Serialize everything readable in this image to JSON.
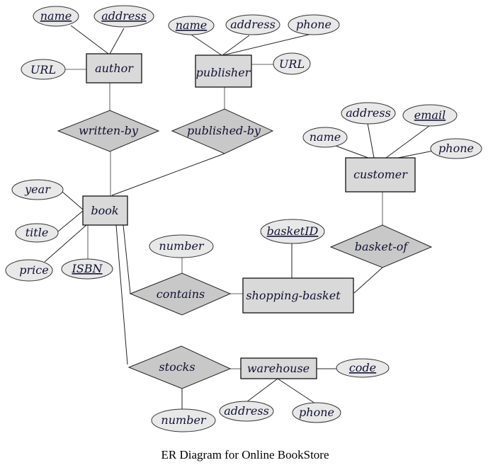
{
  "diagram": {
    "caption": "ER Diagram for Online BookStore",
    "entities": {
      "author": "author",
      "publisher": "publisher",
      "customer": "customer",
      "book": "book",
      "shopping_basket": "shopping-basket",
      "warehouse": "warehouse"
    },
    "relationships": {
      "written_by": "written-by",
      "published_by": "published-by",
      "basket_of": "basket-of",
      "contains": "contains",
      "stocks": "stocks"
    },
    "attributes": {
      "author_name": {
        "label": "name",
        "key": true
      },
      "author_address": {
        "label": "address",
        "key": true
      },
      "author_url": {
        "label": "URL",
        "key": false
      },
      "publisher_name": {
        "label": "name",
        "key": true
      },
      "publisher_address": {
        "label": "address",
        "key": false
      },
      "publisher_phone": {
        "label": "phone",
        "key": false
      },
      "publisher_url": {
        "label": "URL",
        "key": false
      },
      "customer_name": {
        "label": "name",
        "key": false
      },
      "customer_address": {
        "label": "address",
        "key": false
      },
      "customer_email": {
        "label": "email",
        "key": true
      },
      "customer_phone": {
        "label": "phone",
        "key": false
      },
      "book_year": {
        "label": "year",
        "key": false
      },
      "book_title": {
        "label": "title",
        "key": false
      },
      "book_price": {
        "label": "price",
        "key": false
      },
      "book_isbn": {
        "label": "ISBN",
        "key": true
      },
      "contains_number": {
        "label": "number",
        "key": false
      },
      "basket_id": {
        "label": "basketID",
        "key": true
      },
      "stocks_number": {
        "label": "number",
        "key": false
      },
      "warehouse_code": {
        "label": "code",
        "key": true
      },
      "warehouse_address": {
        "label": "address",
        "key": false
      },
      "warehouse_phone": {
        "label": "phone",
        "key": false
      }
    },
    "connections": [
      [
        "author_name",
        "author"
      ],
      [
        "author_address",
        "author"
      ],
      [
        "author_url",
        "author"
      ],
      [
        "publisher_name",
        "publisher"
      ],
      [
        "publisher_address",
        "publisher"
      ],
      [
        "publisher_phone",
        "publisher"
      ],
      [
        "publisher_url",
        "publisher"
      ],
      [
        "author",
        "written_by"
      ],
      [
        "written_by",
        "book"
      ],
      [
        "publisher",
        "published_by"
      ],
      [
        "published_by",
        "book"
      ],
      [
        "customer_name",
        "customer"
      ],
      [
        "customer_address",
        "customer"
      ],
      [
        "customer_email",
        "customer"
      ],
      [
        "customer_phone",
        "customer"
      ],
      [
        "customer",
        "basket_of"
      ],
      [
        "basket_of",
        "shopping_basket"
      ],
      [
        "book_year",
        "book"
      ],
      [
        "book_title",
        "book"
      ],
      [
        "book_price",
        "book"
      ],
      [
        "book_isbn",
        "book"
      ],
      [
        "book",
        "contains"
      ],
      [
        "contains_number",
        "contains"
      ],
      [
        "contains",
        "shopping_basket"
      ],
      [
        "basket_id",
        "shopping_basket"
      ],
      [
        "book",
        "stocks"
      ],
      [
        "stocks_number",
        "stocks"
      ],
      [
        "stocks",
        "warehouse"
      ],
      [
        "warehouse_code",
        "warehouse"
      ],
      [
        "warehouse_address",
        "warehouse"
      ],
      [
        "warehouse_phone",
        "warehouse"
      ]
    ]
  }
}
